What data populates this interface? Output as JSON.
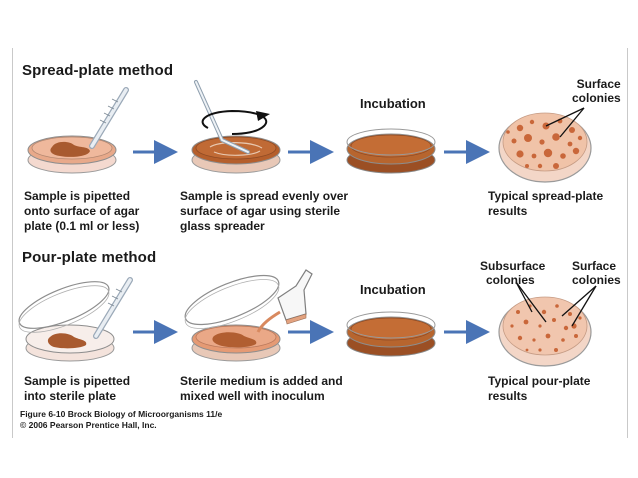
{
  "colors": {
    "agar": "#c06a35",
    "agar_light": "#e3a27f",
    "arrow": "#4a74b6",
    "colony": "#c9673a"
  },
  "spread": {
    "title": "Spread-plate method",
    "incubation_label": "Incubation",
    "surface_colonies_label": [
      "Surface",
      "colonies"
    ],
    "step1_caption": [
      "Sample is pipetted",
      "onto surface of agar",
      "plate (0.1 ml or less)"
    ],
    "step2_caption": [
      "Sample is spread evenly over",
      "surface of agar using sterile",
      "glass spreader"
    ],
    "result_caption": [
      "Typical spread-plate",
      "results"
    ]
  },
  "pour": {
    "title": "Pour-plate method",
    "incubation_label": "Incubation",
    "subsurface_colonies_label": [
      "Subsurface",
      "colonies"
    ],
    "surface_colonies_label": [
      "Surface",
      "colonies"
    ],
    "step1_caption": [
      "Sample is pipetted",
      "into sterile plate"
    ],
    "step2_caption": [
      "Sterile medium is added and",
      "mixed well with inoculum"
    ],
    "result_caption": [
      "Typical pour-plate",
      "results"
    ]
  },
  "credit": {
    "line1": "Figure 6-10 Brock Biology of Microorganisms 11/e",
    "line2": "© 2006 Pearson Prentice Hall, Inc."
  }
}
